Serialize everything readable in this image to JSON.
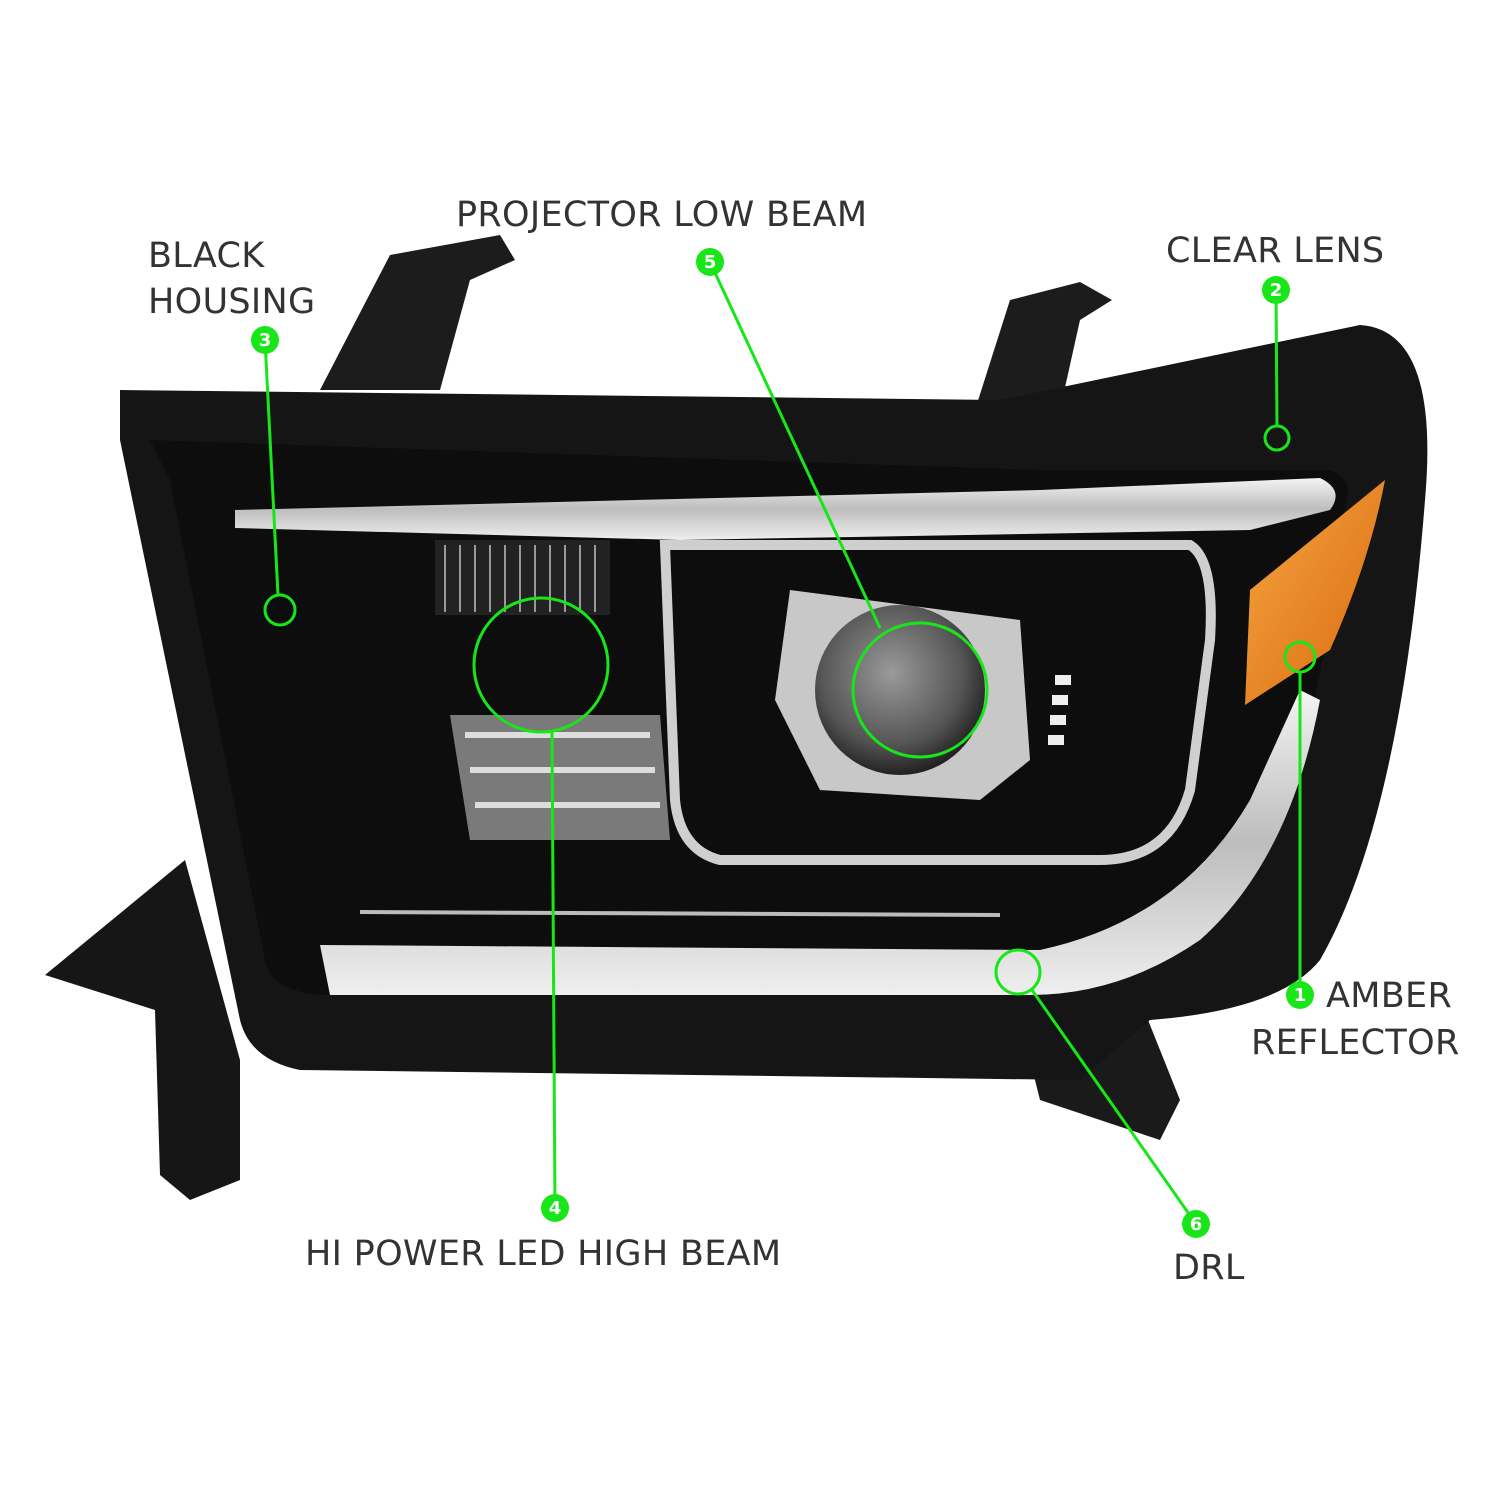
{
  "accent_color": "#19e619",
  "callouts": [
    {
      "number": "1",
      "label_lines": [
        "AMBER",
        "REFLECTOR"
      ]
    },
    {
      "number": "2",
      "label_lines": [
        "CLEAR LENS"
      ]
    },
    {
      "number": "3",
      "label_lines": [
        "BLACK",
        "HOUSING"
      ]
    },
    {
      "number": "4",
      "label_lines": [
        "HI POWER LED HIGH BEAM"
      ]
    },
    {
      "number": "5",
      "label_lines": [
        "PROJECTOR LOW BEAM"
      ]
    },
    {
      "number": "6",
      "label_lines": [
        "DRL"
      ]
    }
  ]
}
